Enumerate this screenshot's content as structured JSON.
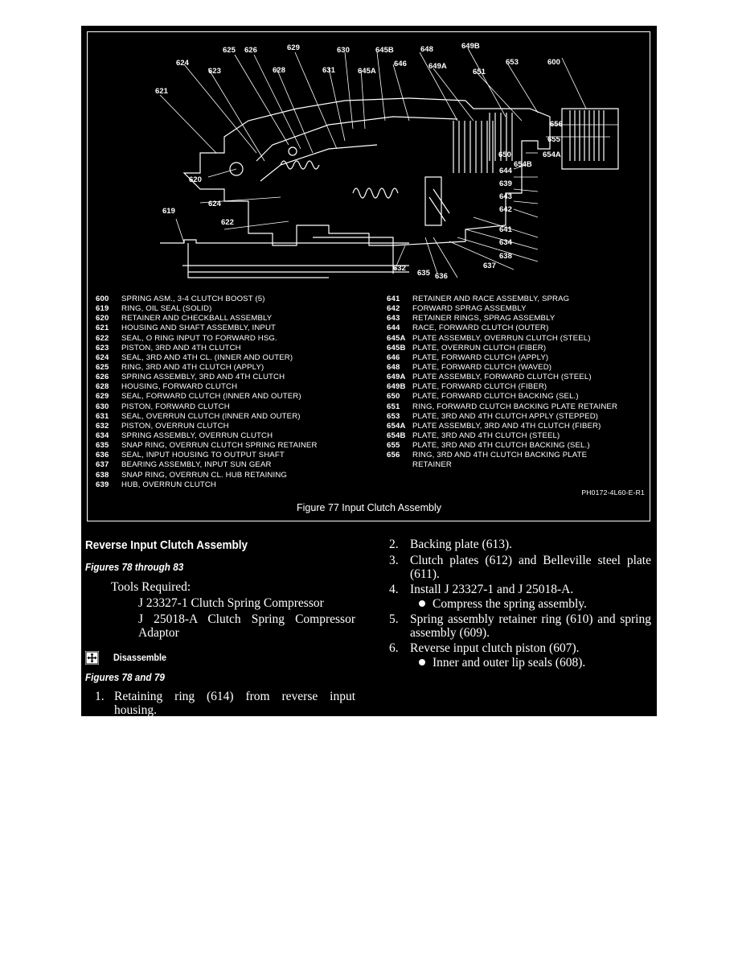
{
  "figure": {
    "caption": "Figure 77 Input Clutch Assembly",
    "code": "PH0172-4L60-E-R1",
    "callouts": [
      "625",
      "626",
      "629",
      "630",
      "645B",
      "648",
      "649B",
      "624",
      "623",
      "628",
      "631",
      "645A",
      "646",
      "649A",
      "651",
      "653",
      "600",
      "621",
      "656",
      "655",
      "650",
      "654B",
      "654A",
      "644",
      "620",
      "639",
      "643",
      "642",
      "624",
      "619",
      "622",
      "641",
      "634",
      "638",
      "637",
      "632",
      "635",
      "636"
    ],
    "legend_left": [
      {
        "num": "600",
        "desc": "SPRING ASM., 3-4 CLUTCH BOOST (5)"
      },
      {
        "num": "619",
        "desc": "RING, OIL SEAL (SOLID)"
      },
      {
        "num": "620",
        "desc": "RETAINER AND CHECKBALL ASSEMBLY"
      },
      {
        "num": "621",
        "desc": "HOUSING AND SHAFT ASSEMBLY, INPUT"
      },
      {
        "num": "622",
        "desc": "SEAL, O RING INPUT TO FORWARD HSG."
      },
      {
        "num": "623",
        "desc": "PISTON, 3RD AND 4TH CLUTCH"
      },
      {
        "num": "624",
        "desc": "SEAL, 3RD AND 4TH CL. (INNER AND OUTER)"
      },
      {
        "num": "625",
        "desc": "RING, 3RD AND 4TH CLUTCH (APPLY)"
      },
      {
        "num": "626",
        "desc": "SPRING ASSEMBLY, 3RD AND 4TH CLUTCH"
      },
      {
        "num": "628",
        "desc": "HOUSING, FORWARD CLUTCH"
      },
      {
        "num": "629",
        "desc": "SEAL, FORWARD CLUTCH (INNER AND OUTER)"
      },
      {
        "num": "630",
        "desc": "PISTON, FORWARD CLUTCH"
      },
      {
        "num": "631",
        "desc": "SEAL, OVERRUN CLUTCH (INNER AND OUTER)"
      },
      {
        "num": "632",
        "desc": "PISTON, OVERRUN CLUTCH"
      },
      {
        "num": "634",
        "desc": "SPRING ASSEMBLY, OVERRUN CLUTCH"
      },
      {
        "num": "635",
        "desc": "SNAP RING, OVERRUN CLUTCH SPRING RETAINER"
      },
      {
        "num": "636",
        "desc": "SEAL, INPUT HOUSING TO OUTPUT SHAFT"
      },
      {
        "num": "637",
        "desc": "BEARING ASSEMBLY, INPUT SUN GEAR"
      },
      {
        "num": "638",
        "desc": "SNAP RING, OVERRUN CL. HUB RETAINING"
      },
      {
        "num": "639",
        "desc": "HUB, OVERRUN CLUTCH"
      }
    ],
    "legend_right": [
      {
        "num": "641",
        "desc": "RETAINER AND RACE ASSEMBLY, SPRAG"
      },
      {
        "num": "642",
        "desc": "FORWARD SPRAG ASSEMBLY"
      },
      {
        "num": "643",
        "desc": "RETAINER RINGS, SPRAG ASSEMBLY"
      },
      {
        "num": "644",
        "desc": "RACE, FORWARD CLUTCH (OUTER)"
      },
      {
        "num": "645A",
        "desc": "PLATE ASSEMBLY, OVERRUN CLUTCH (STEEL)"
      },
      {
        "num": "645B",
        "desc": "PLATE, OVERRUN CLUTCH (FIBER)"
      },
      {
        "num": "646",
        "desc": "PLATE, FORWARD CLUTCH (APPLY)"
      },
      {
        "num": "648",
        "desc": "PLATE, FORWARD CLUTCH (WAVED)"
      },
      {
        "num": "649A",
        "desc": "PLATE ASSEMBLY, FORWARD CLUTCH (STEEL)"
      },
      {
        "num": "649B",
        "desc": "PLATE, FORWARD CLUTCH (FIBER)"
      },
      {
        "num": "650",
        "desc": "PLATE, FORWARD CLUTCH BACKING (SEL.)"
      },
      {
        "num": "651",
        "desc": "RING, FORWARD CLUTCH BACKING PLATE RETAINER"
      },
      {
        "num": "653",
        "desc": "PLATE, 3RD AND 4TH CLUTCH APPLY (STEPPED)"
      },
      {
        "num": "654A",
        "desc": "PLATE ASSEMBLY, 3RD AND 4TH CLUTCH (FIBER)"
      },
      {
        "num": "654B",
        "desc": "PLATE, 3RD AND 4TH CLUTCH (STEEL)"
      },
      {
        "num": "655",
        "desc": "PLATE, 3RD AND 4TH CLUTCH BACKING (SEL.)"
      },
      {
        "num": "656",
        "desc": "RING, 3RD AND 4TH CLUTCH BACKING PLATE"
      },
      {
        "num": "",
        "desc": "RETAINER"
      }
    ]
  },
  "section": {
    "title": "Reverse Input Clutch Assembly",
    "figures": "Figures 78 through 83",
    "tools_label": "Tools Required:",
    "tool1": "J 23327-1 Clutch Spring Compressor",
    "tool2": "J 25018-A Clutch Spring Compressor",
    "tool2b": "Adaptor",
    "disassemble": "Disassemble",
    "disassemble_figs": "Figures 78 and 79",
    "step1_num": "1.",
    "step1_a": "Retaining ring (614) from reverse input",
    "step1_b": "housing."
  },
  "steps": {
    "s2_num": "2.",
    "s2": "Backing plate (613).",
    "s3_num": "3.",
    "s3_a": "Clutch plates (612) and Belleville steel plate",
    "s3_b": "(611).",
    "s4_num": "4.",
    "s4": "Install J 23327-1 and J 25018-A.",
    "s4_bullet": "Compress the spring assembly.",
    "s5_num": "5.",
    "s5_a": "Spring assembly retainer ring (610) and spring",
    "s5_b": "assembly (609).",
    "s6_num": "6.",
    "s6": "Reverse input clutch piston (607).",
    "s6_bullet": "Inner and outer lip seals (608)."
  }
}
